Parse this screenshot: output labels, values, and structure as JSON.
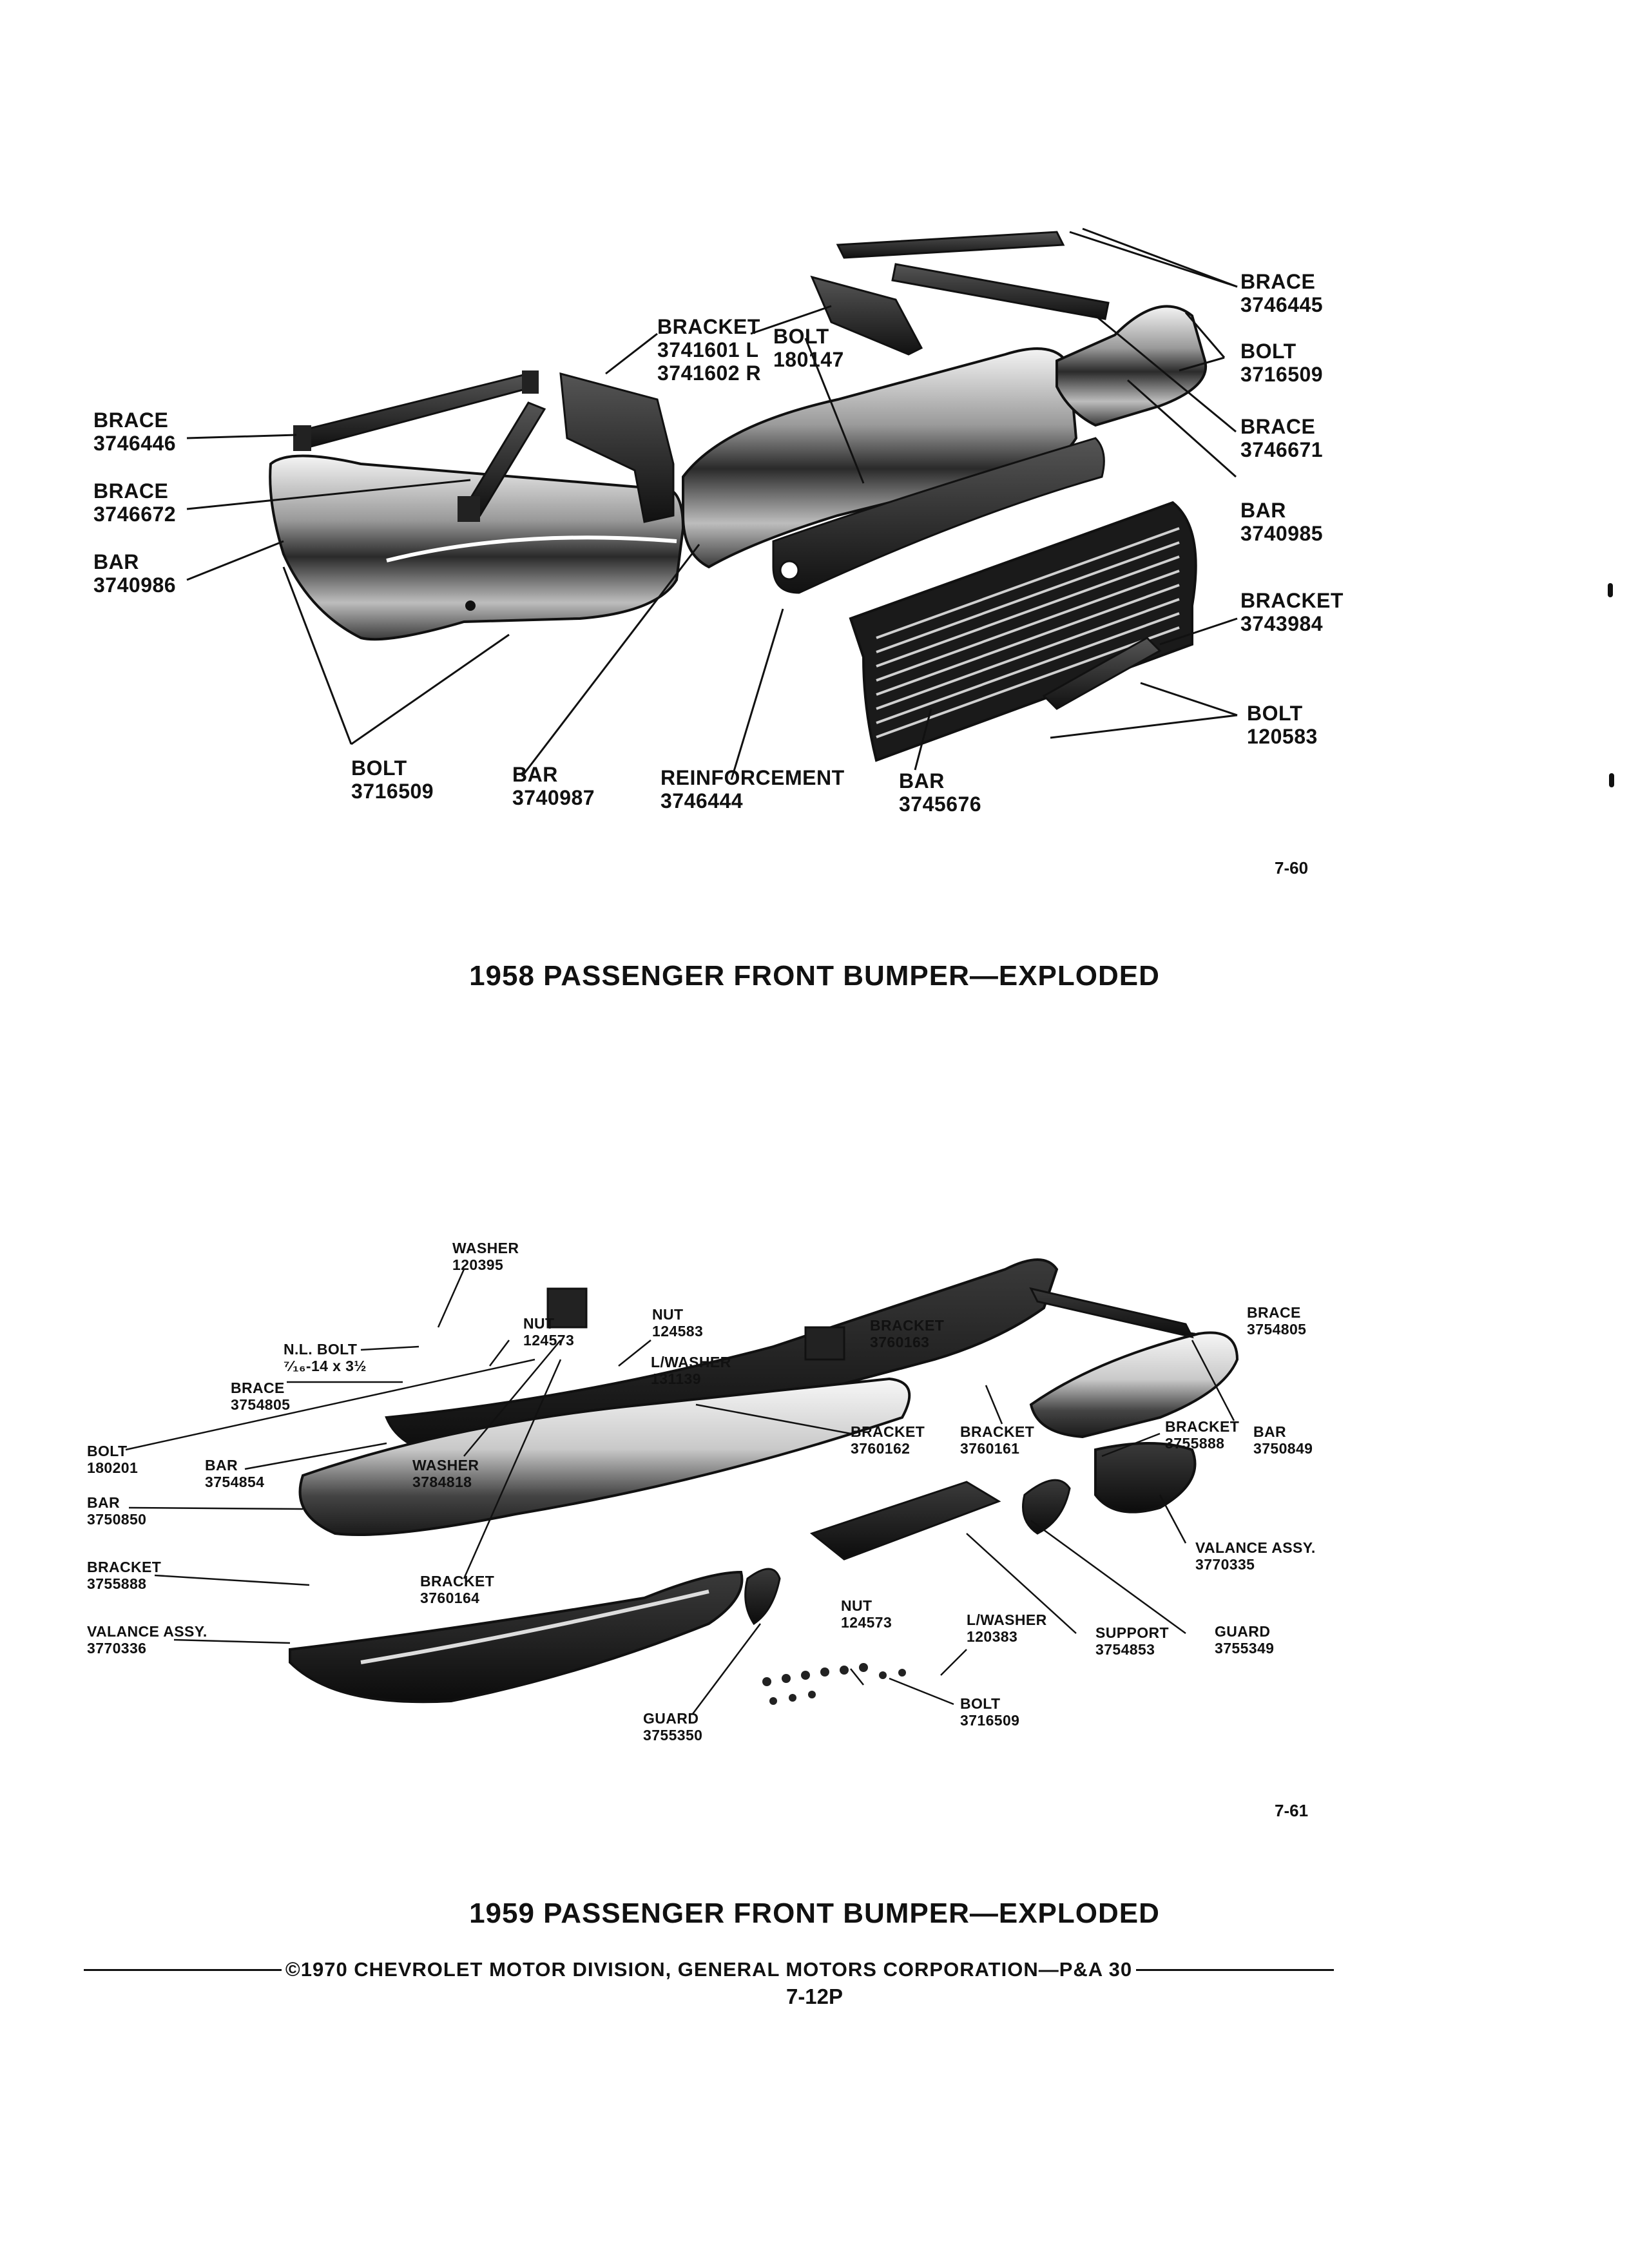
{
  "diagram1": {
    "caption": "1958 PASSENGER FRONT BUMPER—EXPLODED",
    "figure_number": "7-60",
    "labels": [
      {
        "name": "BRACE",
        "part": "3746445"
      },
      {
        "name": "BOLT",
        "part": "3716509"
      },
      {
        "name": "BRACE",
        "part": "3746671"
      },
      {
        "name": "BAR",
        "part": "3740985"
      },
      {
        "name": "BRACKET",
        "part": "3743984"
      },
      {
        "name": "BOLT",
        "part": "120583"
      },
      {
        "name": "BRACKET",
        "part": "3741601 L",
        "part2": "3741602 R"
      },
      {
        "name": "BOLT",
        "part": "180147"
      },
      {
        "name": "BRACE",
        "part": "3746446"
      },
      {
        "name": "BRACE",
        "part": "3746672"
      },
      {
        "name": "BAR",
        "part": "3740986"
      },
      {
        "name": "BOLT",
        "part": "3716509"
      },
      {
        "name": "BAR",
        "part": "3740987"
      },
      {
        "name": "REINFORCEMENT",
        "part": "3746444"
      },
      {
        "name": "BAR",
        "part": "3745676"
      }
    ]
  },
  "diagram2": {
    "caption": "1959 PASSENGER FRONT BUMPER—EXPLODED",
    "figure_number": "7-61",
    "labels": [
      {
        "name": "WASHER",
        "part": "120395"
      },
      {
        "name": "N.L. BOLT",
        "part": "⁷⁄₁₆-14 x 3½"
      },
      {
        "name": "NUT",
        "part": "124573"
      },
      {
        "name": "NUT",
        "part": "124583"
      },
      {
        "name": "L/WASHER",
        "part": "131139"
      },
      {
        "name": "BRACKET",
        "part": "3760163"
      },
      {
        "name": "BRACE",
        "part": "3754805"
      },
      {
        "name": "BRACE",
        "part": "3754805"
      },
      {
        "name": "BOLT",
        "part": "180201"
      },
      {
        "name": "BAR",
        "part": "3754854"
      },
      {
        "name": "WASHER",
        "part": "3784818"
      },
      {
        "name": "BRACKET",
        "part": "3760162"
      },
      {
        "name": "BRACKET",
        "part": "3760161"
      },
      {
        "name": "BRACKET",
        "part": "3755888"
      },
      {
        "name": "BAR",
        "part": "3750849"
      },
      {
        "name": "BAR",
        "part": "3750850"
      },
      {
        "name": "VALANCE ASSY.",
        "part": "3770335"
      },
      {
        "name": "BRACKET",
        "part": "3755888"
      },
      {
        "name": "BRACKET",
        "part": "3760164"
      },
      {
        "name": "VALANCE ASSY.",
        "part": "3770336"
      },
      {
        "name": "NUT",
        "part": "124573"
      },
      {
        "name": "L/WASHER",
        "part": "120383"
      },
      {
        "name": "SUPPORT",
        "part": "3754853"
      },
      {
        "name": "GUARD",
        "part": "3755349"
      },
      {
        "name": "GUARD",
        "part": "3755350"
      },
      {
        "name": "BOLT",
        "part": "3716509"
      }
    ]
  },
  "footer": {
    "copyright": "©1970 CHEVROLET MOTOR DIVISION, GENERAL MOTORS CORPORATION—P&A 30",
    "page_number": "7-12P"
  }
}
